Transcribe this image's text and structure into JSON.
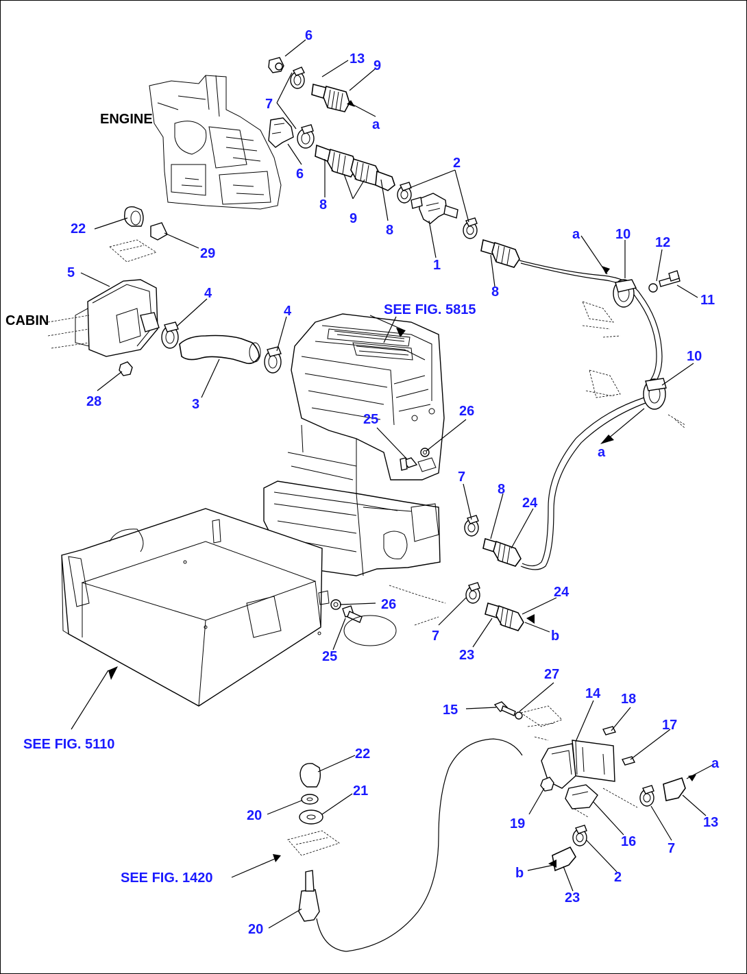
{
  "labels": {
    "engine": "ENGINE",
    "cabin": "CABIN"
  },
  "references": {
    "fig5815": "SEE FIG. 5815",
    "fig5110": "SEE FIG. 5110",
    "fig1420": "SEE FIG. 1420"
  },
  "callouts": [
    {
      "id": "c-6a",
      "text": "6"
    },
    {
      "id": "c-13a",
      "text": "13"
    },
    {
      "id": "c-9a",
      "text": "9"
    },
    {
      "id": "c-7a",
      "text": "7"
    },
    {
      "id": "c-aa",
      "text": "a"
    },
    {
      "id": "c-6b",
      "text": "6"
    },
    {
      "id": "c-2a",
      "text": "2"
    },
    {
      "id": "c-8a",
      "text": "8"
    },
    {
      "id": "c-9b",
      "text": "9"
    },
    {
      "id": "c-8b",
      "text": "8"
    },
    {
      "id": "c-1",
      "text": "1"
    },
    {
      "id": "c-8c",
      "text": "8"
    },
    {
      "id": "c-22a",
      "text": "22"
    },
    {
      "id": "c-29",
      "text": "29"
    },
    {
      "id": "c-5",
      "text": "5"
    },
    {
      "id": "c-4a",
      "text": "4"
    },
    {
      "id": "c-4b",
      "text": "4"
    },
    {
      "id": "c-3",
      "text": "3"
    },
    {
      "id": "c-28",
      "text": "28"
    },
    {
      "id": "c-ab",
      "text": "a"
    },
    {
      "id": "c-10a",
      "text": "10"
    },
    {
      "id": "c-12",
      "text": "12"
    },
    {
      "id": "c-11",
      "text": "11"
    },
    {
      "id": "c-10b",
      "text": "10"
    },
    {
      "id": "c-ac",
      "text": "a"
    },
    {
      "id": "c-25a",
      "text": "25"
    },
    {
      "id": "c-26a",
      "text": "26"
    },
    {
      "id": "c-7b",
      "text": "7"
    },
    {
      "id": "c-8d",
      "text": "8"
    },
    {
      "id": "c-24a",
      "text": "24"
    },
    {
      "id": "c-26b",
      "text": "26"
    },
    {
      "id": "c-25b",
      "text": "25"
    },
    {
      "id": "c-7c",
      "text": "7"
    },
    {
      "id": "c-24b",
      "text": "24"
    },
    {
      "id": "c-23a",
      "text": "23"
    },
    {
      "id": "c-ba",
      "text": "b"
    },
    {
      "id": "c-27",
      "text": "27"
    },
    {
      "id": "c-14",
      "text": "14"
    },
    {
      "id": "c-15",
      "text": "15"
    },
    {
      "id": "c-18",
      "text": "18"
    },
    {
      "id": "c-17",
      "text": "17"
    },
    {
      "id": "c-ad",
      "text": "a"
    },
    {
      "id": "c-22b",
      "text": "22"
    },
    {
      "id": "c-21",
      "text": "21"
    },
    {
      "id": "c-20a",
      "text": "20"
    },
    {
      "id": "c-19",
      "text": "19"
    },
    {
      "id": "c-16",
      "text": "16"
    },
    {
      "id": "c-7d",
      "text": "7"
    },
    {
      "id": "c-13b",
      "text": "13"
    },
    {
      "id": "c-bb",
      "text": "b"
    },
    {
      "id": "c-2b",
      "text": "2"
    },
    {
      "id": "c-23b",
      "text": "23"
    },
    {
      "id": "c-20b",
      "text": "20"
    }
  ]
}
